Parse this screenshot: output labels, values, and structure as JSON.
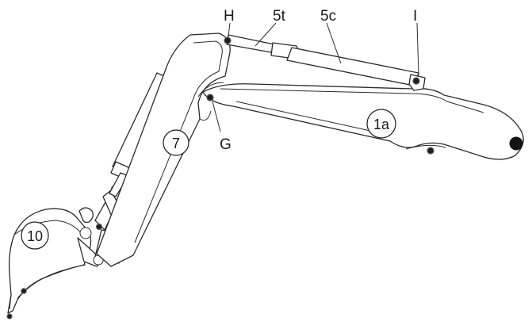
{
  "labels": {
    "h": "H",
    "t5": "5t",
    "c5": "5c",
    "i": "I",
    "g": "G",
    "p7": "7",
    "p1a": "1a",
    "p10": "10"
  }
}
